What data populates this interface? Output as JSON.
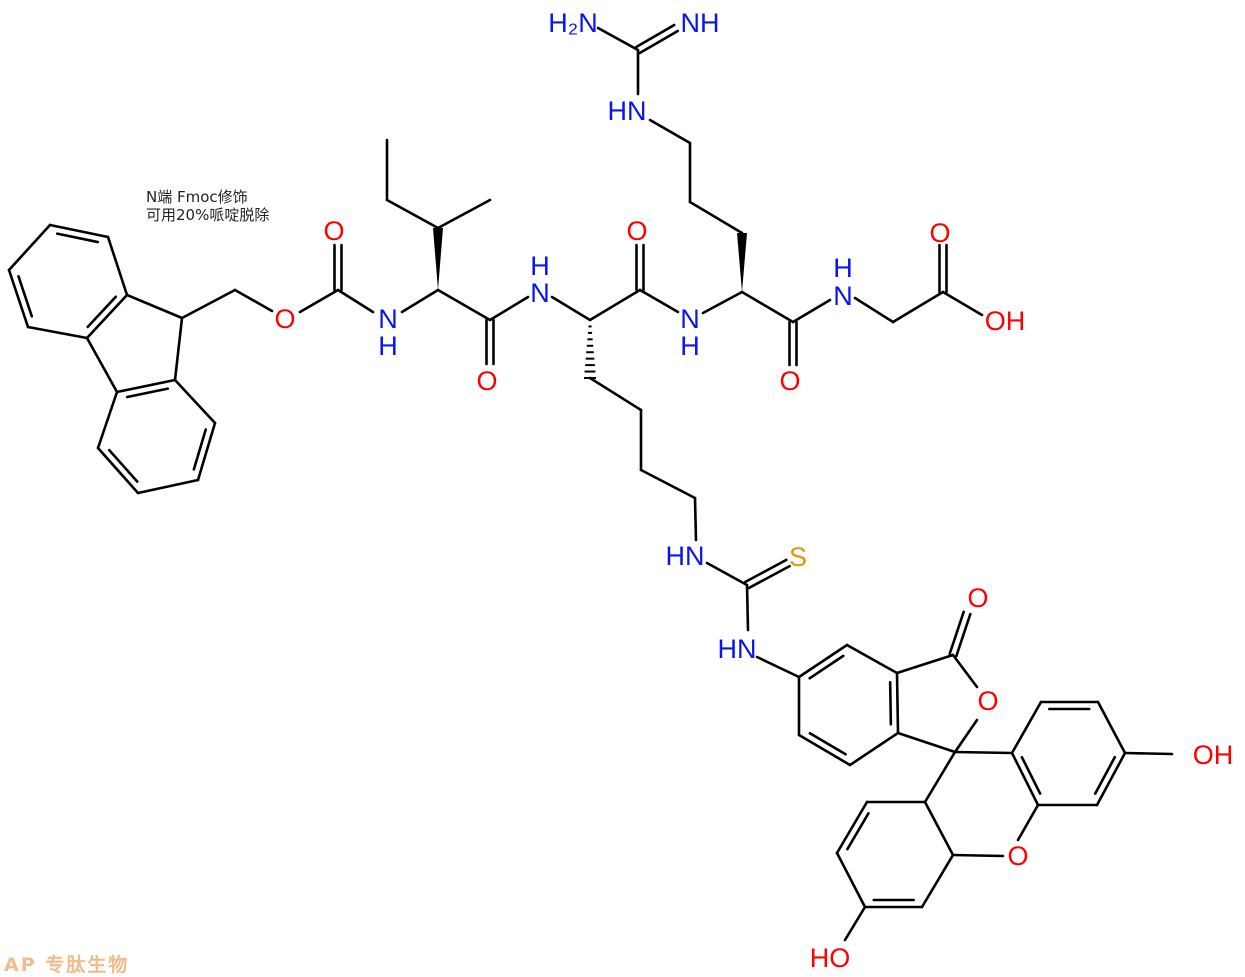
{
  "annotation": {
    "line1": "N端 Fmoc修饰",
    "line2": "可用20%哌啶脱除"
  },
  "watermark": "AP 专肽生物",
  "colors": {
    "bond": "#000000",
    "nitrogen": "#0a14f0",
    "oxygen": "#ff0000",
    "sulfur": "#e0950a"
  },
  "atom_labels": [
    "O",
    "O",
    "N",
    "H",
    "O",
    "N",
    "H",
    "O",
    "N",
    "H",
    "O",
    "N",
    "H",
    "O",
    "OH",
    "H₂N",
    "NH",
    "HN",
    "HN",
    "S",
    "HN",
    "O",
    "O",
    "O",
    "OH",
    "HO"
  ]
}
